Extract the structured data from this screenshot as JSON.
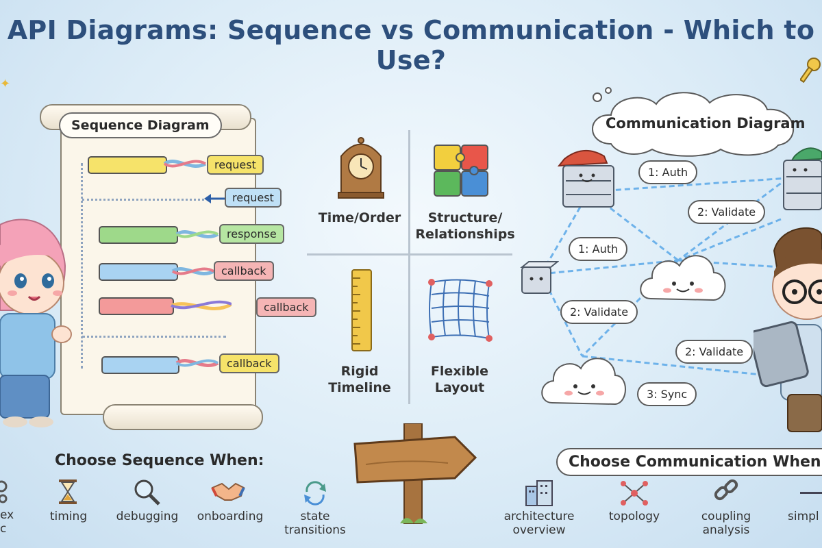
{
  "title": "API Diagrams: Sequence vs Communication - Which to Use?",
  "sequence": {
    "heading": "Sequence Diagram",
    "messages": [
      "request",
      "request",
      "response",
      "callback",
      "callback",
      "callback"
    ],
    "colors": {
      "yellow": "#f6e36a",
      "blue": "#a9d3f2",
      "green": "#9ed98a",
      "red": "#f39a9a"
    }
  },
  "center": {
    "cells": [
      {
        "label": "Time/Order",
        "icon": "clock-icon"
      },
      {
        "label": "Structure/\nRelationships",
        "icon": "puzzle-icon"
      },
      {
        "label": "Rigid\nTimeline",
        "icon": "ruler-icon"
      },
      {
        "label": "Flexible\nLayout",
        "icon": "grid-icon"
      }
    ]
  },
  "communication": {
    "heading": "Communication Diagram",
    "bubbles": [
      "1: Auth",
      "2: Validate",
      "1: Auth",
      "2: Validate",
      "2: Validate",
      "3: Sync"
    ]
  },
  "choose_sequence": {
    "heading": "Choose Sequence When:",
    "items": [
      {
        "label": "ex\nc",
        "icon": "gears-icon"
      },
      {
        "label": "timing",
        "icon": "hourglass-icon"
      },
      {
        "label": "debugging",
        "icon": "magnifier-icon"
      },
      {
        "label": "onboarding",
        "icon": "handshake-icon"
      },
      {
        "label": "state\ntransitions",
        "icon": "cycle-arrows-icon"
      }
    ]
  },
  "choose_communication": {
    "heading": "Choose Communication When:",
    "items": [
      {
        "label": "architecture\noverview",
        "icon": "buildings-icon"
      },
      {
        "label": "topology",
        "icon": "network-icon"
      },
      {
        "label": "coupling\nanalysis",
        "icon": "chain-link-icon"
      },
      {
        "label": "simpl",
        "icon": "line-icon"
      }
    ]
  }
}
